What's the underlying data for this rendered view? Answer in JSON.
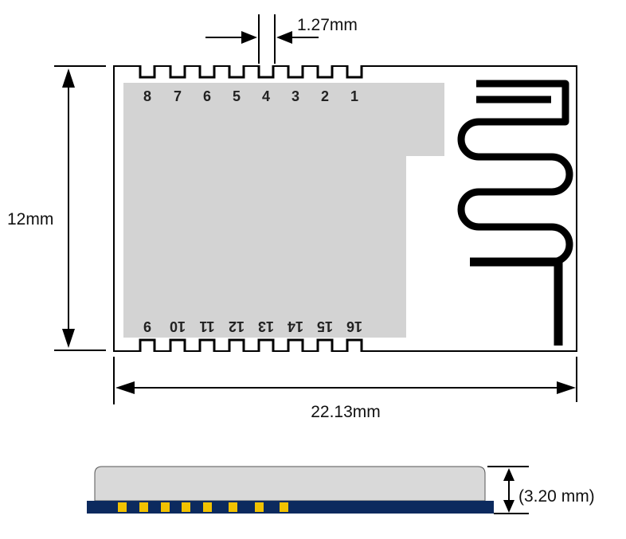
{
  "dimensions": {
    "pitch": "1.27mm",
    "height": "12mm",
    "width": "22.13mm",
    "thickness": "(3.20 mm)"
  },
  "pins_top": [
    "8",
    "7",
    "6",
    "5",
    "4",
    "3",
    "2",
    "1"
  ],
  "pins_bottom": [
    "9",
    "10",
    "11",
    "12",
    "13",
    "14",
    "15",
    "16"
  ],
  "colors": {
    "board_outline": "#000000",
    "shield": "#d3d3d3",
    "antenna_trace": "#000000",
    "side_shield": "#d9d9d9",
    "pcb_base": "#0c2a5e",
    "pad_gold": "#f2c200"
  },
  "side_view_pad_count": 8
}
